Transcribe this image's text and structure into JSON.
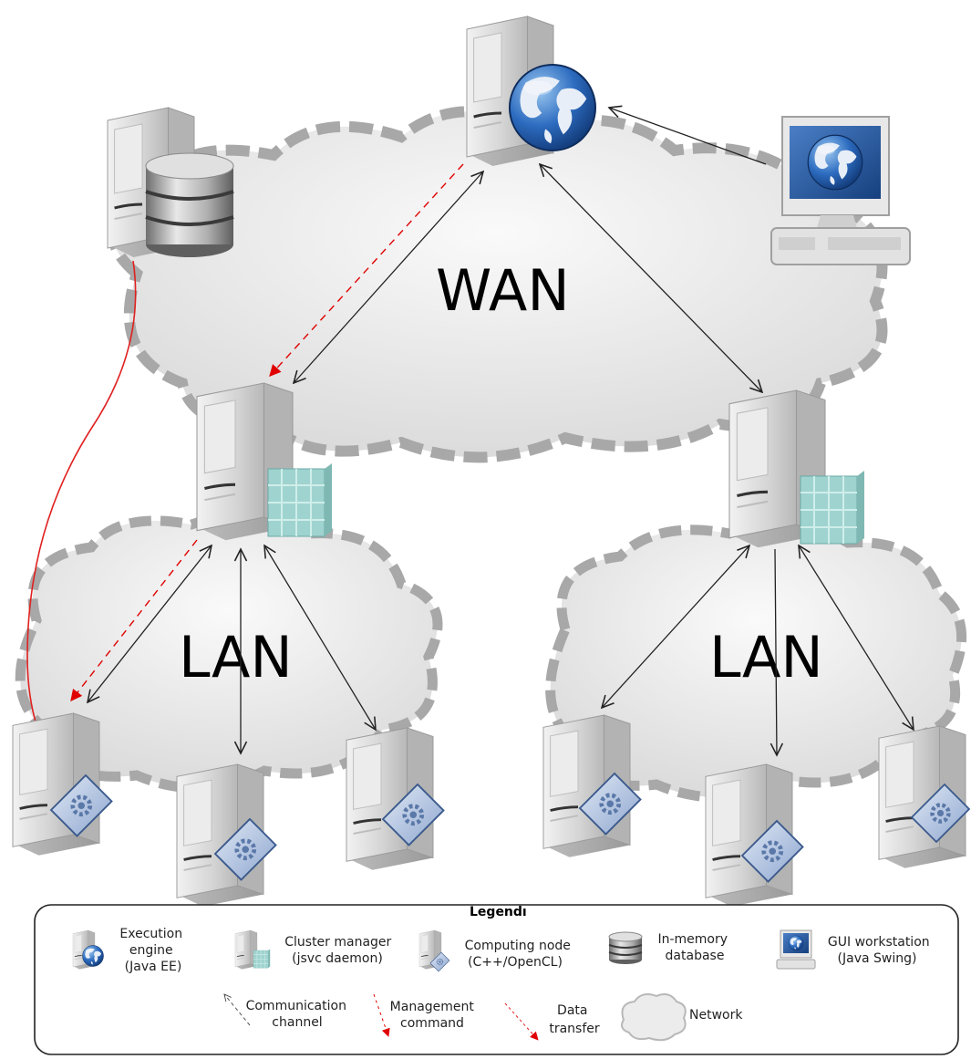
{
  "networks": {
    "wan": "WAN",
    "lan_left": "LAN",
    "lan_right": "LAN"
  },
  "legend": {
    "title": "Legendı",
    "items": [
      {
        "lines": [
          "Execution",
          "engine",
          "(Java EE)"
        ],
        "icon": "execution-engine-icon"
      },
      {
        "lines": [
          "Cluster manager",
          "(jsvc daemon)"
        ],
        "icon": "cluster-manager-icon"
      },
      {
        "lines": [
          "Computing node",
          "(C++/OpenCL)"
        ],
        "icon": "computing-node-icon"
      },
      {
        "lines": [
          "In-memory",
          "database"
        ],
        "icon": "database-icon"
      },
      {
        "lines": [
          "GUI workstation",
          "(Java Swing)"
        ],
        "icon": "gui-workstation-icon"
      },
      {
        "lines": [
          "Communication",
          "channel"
        ],
        "icon": "communication-arrow-icon"
      },
      {
        "lines": [
          "Management",
          "command"
        ],
        "icon": "management-arrow-icon"
      },
      {
        "lines": [
          "Data",
          "transfer"
        ],
        "icon": "data-transfer-arrow-icon"
      },
      {
        "lines": [
          "Network"
        ],
        "icon": "network-cloud-icon"
      }
    ]
  },
  "colors": {
    "communication": "#222222",
    "management": "#e00000",
    "data_transfer": "#e02020",
    "cloud_fill": "#e4e4e4",
    "cloud_border": "#a8a8a8",
    "server": "#d8d8d8",
    "globe": "#2c5fa8"
  }
}
